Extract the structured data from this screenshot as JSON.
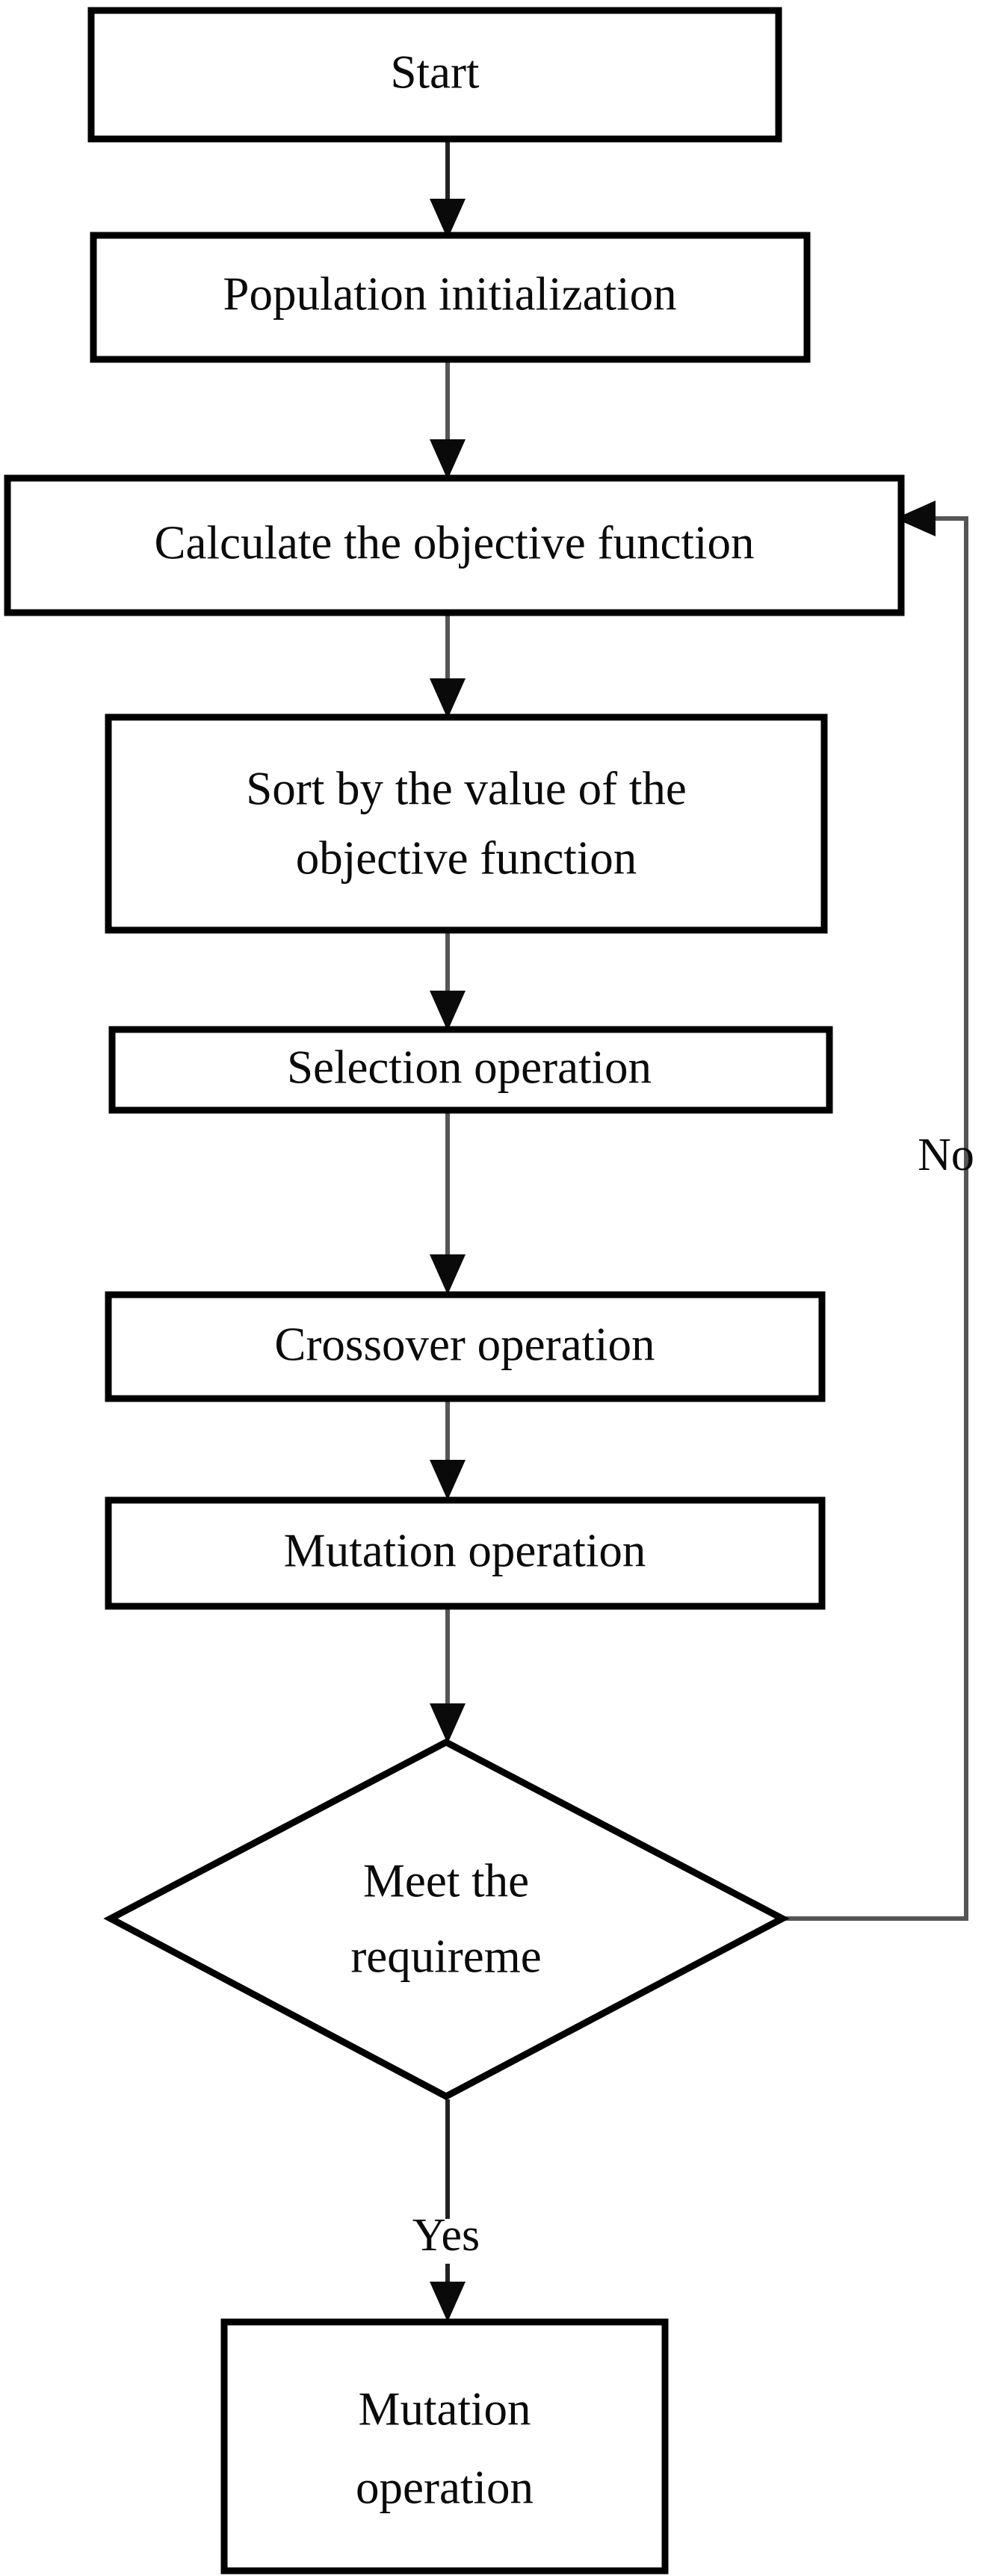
{
  "diagram": {
    "type": "flowchart",
    "title": "Genetic algorithm flowchart",
    "orientation": "top-to-bottom",
    "background_color": "#ffffff",
    "line_color": "#555555",
    "text_color": "#0a0a0a"
  },
  "nodes": {
    "start": {
      "label": "Start",
      "shape": "rectangle"
    },
    "population_init": {
      "label": "Population initialization",
      "shape": "rectangle"
    },
    "calculate_objective": {
      "label": "Calculate the objective function",
      "shape": "rectangle"
    },
    "sort_values": {
      "line1": "Sort by the value of the",
      "line2": "objective function",
      "shape": "rectangle"
    },
    "selection": {
      "label": "Selection operation",
      "shape": "rectangle"
    },
    "crossover": {
      "label": "Crossover operation",
      "shape": "rectangle"
    },
    "mutation": {
      "label": "Mutation operation",
      "shape": "rectangle"
    },
    "decision": {
      "line1": "Meet the",
      "line2": "requireme",
      "shape": "diamond"
    },
    "final_mutation": {
      "line1": "Mutation",
      "line2": "operation",
      "shape": "rectangle"
    }
  },
  "edge_labels": {
    "no_branch": "No",
    "yes_branch": "Yes"
  }
}
